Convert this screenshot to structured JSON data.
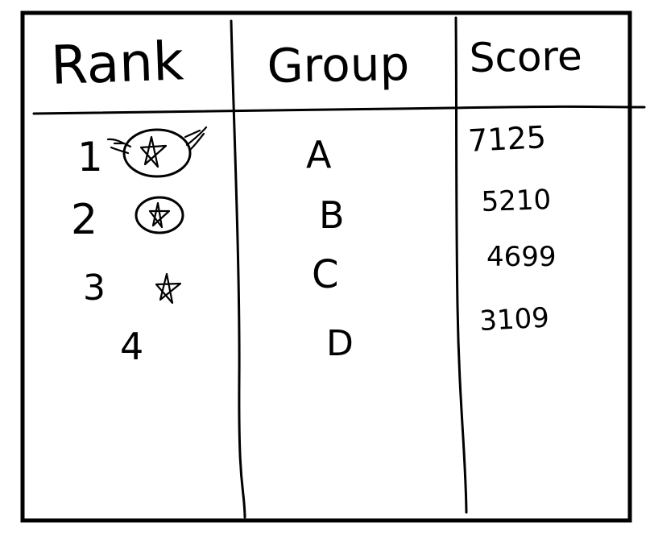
{
  "table": {
    "headers": {
      "rank": "Rank",
      "group": "Group",
      "score": "Score"
    },
    "rows": [
      {
        "rank": "1",
        "group": "A",
        "score": "7125",
        "award": "star-with-wings-icon"
      },
      {
        "rank": "2",
        "group": "B",
        "score": "5210",
        "award": "circled-star-icon"
      },
      {
        "rank": "3",
        "group": "C",
        "score": "4699",
        "award": "star-icon"
      },
      {
        "rank": "4",
        "group": "D",
        "score": "3109",
        "award": ""
      }
    ]
  }
}
